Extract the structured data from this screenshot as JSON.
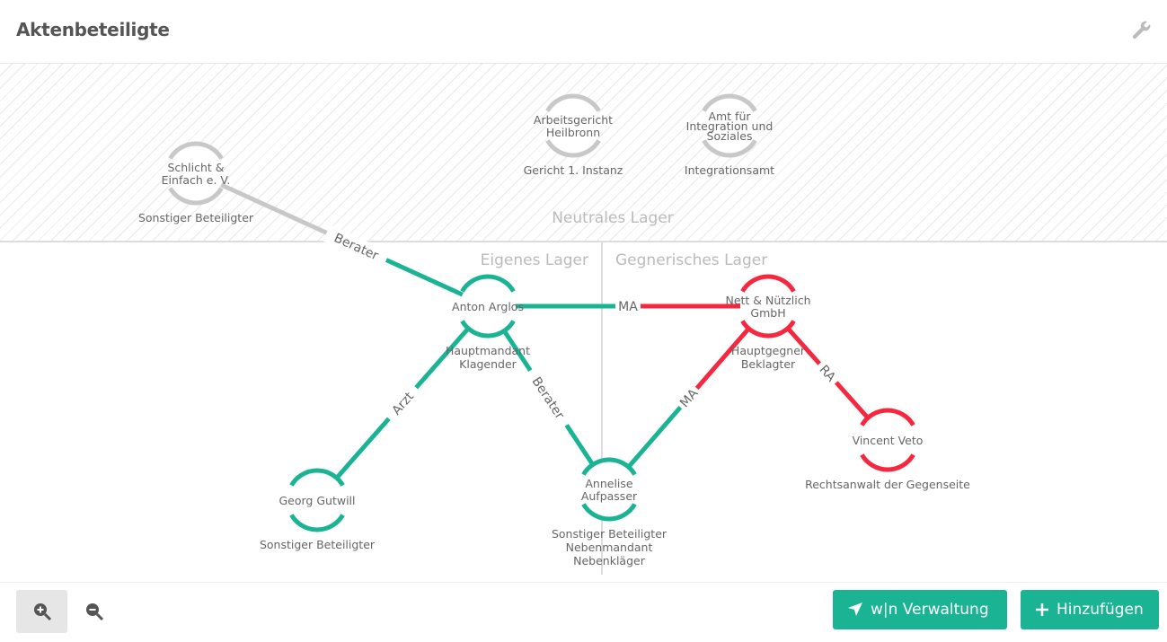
{
  "header": {
    "title": "Aktenbeteiligte",
    "settings_icon": "wrench-icon"
  },
  "zones": {
    "neutral": "Neutrales Lager",
    "own": "Eigenes Lager",
    "opposing": "Gegnerisches Lager"
  },
  "colors": {
    "own": "#1ab394",
    "opposing": "#f5283f",
    "neutral": "#c8c8c8",
    "text": "#666666"
  },
  "nodes": [
    {
      "id": "schlicht",
      "name": [
        "Schlicht &",
        "Einfach e. V."
      ],
      "roles": [
        "Sonstiger Beteiligter"
      ],
      "side": "neutral"
    },
    {
      "id": "arbeitsgericht",
      "name": [
        "Arbeitsgericht",
        "Heilbronn"
      ],
      "roles": [
        "Gericht 1. Instanz"
      ],
      "side": "neutral"
    },
    {
      "id": "amt",
      "name": [
        "Amt für",
        "Integration und",
        "Soziales"
      ],
      "roles": [
        "Integrationsamt"
      ],
      "side": "neutral"
    },
    {
      "id": "anton",
      "name": [
        "Anton Arglos"
      ],
      "roles": [
        "Hauptmandant",
        "Klagender"
      ],
      "side": "own"
    },
    {
      "id": "nett",
      "name": [
        "Nett & Nützlich",
        "GmbH"
      ],
      "roles": [
        "Hauptgegner",
        "Beklagter"
      ],
      "side": "opposing"
    },
    {
      "id": "vincent",
      "name": [
        "Vincent Veto"
      ],
      "roles": [
        "Rechtsanwalt der Gegenseite"
      ],
      "side": "opposing"
    },
    {
      "id": "georg",
      "name": [
        "Georg Gutwill"
      ],
      "roles": [
        "Sonstiger Beteiligter"
      ],
      "side": "own"
    },
    {
      "id": "annelise",
      "name": [
        "Annelise",
        "Aufpasser"
      ],
      "roles": [
        "Sonstiger Beteiligter",
        "Nebenmandant",
        "Nebenkläger"
      ],
      "side": "own"
    }
  ],
  "edges": [
    {
      "from": "schlicht",
      "to": "anton",
      "label": "Berater"
    },
    {
      "from": "anton",
      "to": "nett",
      "label": "MA"
    },
    {
      "from": "anton",
      "to": "georg",
      "label": "Arzt"
    },
    {
      "from": "anton",
      "to": "annelise",
      "label": "Berater"
    },
    {
      "from": "annelise",
      "to": "nett",
      "label": "MA"
    },
    {
      "from": "nett",
      "to": "vincent",
      "label": "RA"
    }
  ],
  "footer": {
    "zoom_in_icon": "zoom-in-icon",
    "zoom_out_icon": "zoom-out-icon",
    "wn_label": "w|n Verwaltung",
    "add_label": "Hinzufügen"
  }
}
